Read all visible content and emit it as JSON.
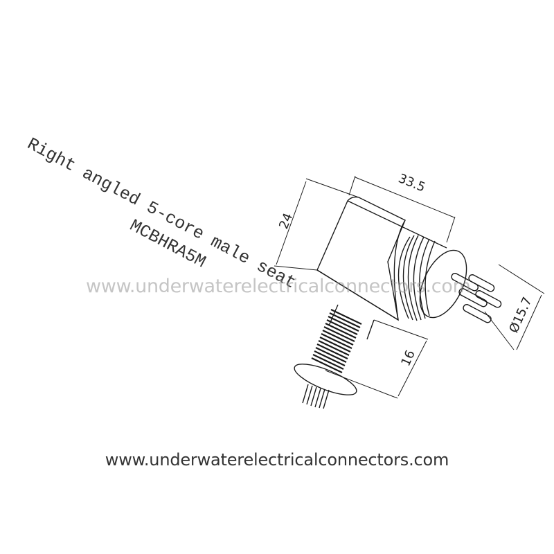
{
  "drawing": {
    "title_line1": "Right angled 5-core male seat",
    "title_line2": "MCBHRA5M",
    "dimensions": {
      "length": "33.5",
      "height": "24",
      "diameter": "Ø15.7",
      "thread_length": "16"
    },
    "pin_count": 5
  },
  "watermark": "www.underwaterelectricalconnectors.com",
  "footer": {
    "url": "www.underwaterelectricalconnectors.com"
  },
  "colors": {
    "line": "#1a1a1a",
    "text": "#333333",
    "watermark": "#969696"
  }
}
